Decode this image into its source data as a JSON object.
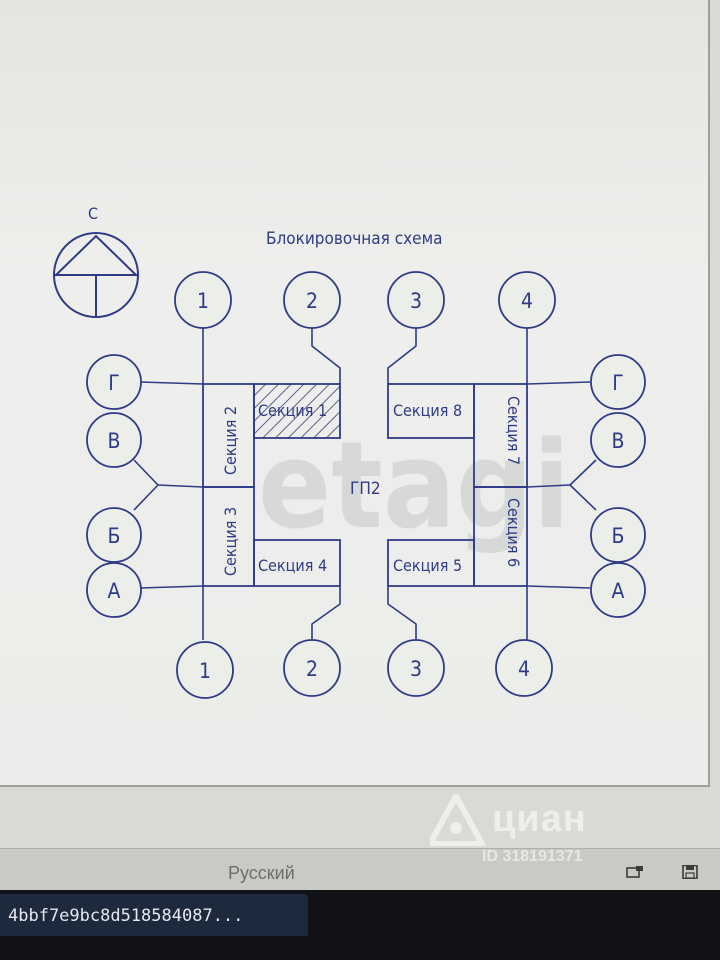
{
  "diagram": {
    "title": "Блокировочная схема",
    "compass_label": "С",
    "building_label": "ГП2",
    "sections": [
      "Секция 1",
      "Секция 2",
      "Секция 3",
      "Секция 4",
      "Секция 5",
      "Секция 6",
      "Секция 7",
      "Секция 8"
    ],
    "highlighted_section": "Секция 1",
    "column_axes_top": [
      "1",
      "2",
      "3",
      "4"
    ],
    "column_axes_bottom": [
      "1",
      "2",
      "3",
      "4"
    ],
    "row_axes_left": [
      "Г",
      "В",
      "Б",
      "А"
    ],
    "row_axes_right": [
      "Г",
      "В",
      "Б",
      "А"
    ],
    "line_color": "#2f3b86",
    "hatch_color": "#5a5f8a"
  },
  "watermark": {
    "brand": "циан",
    "id": "ID 318191371",
    "bg_text": "etagi"
  },
  "statusbar": {
    "language": "Русский"
  },
  "taskbar": {
    "tab_label": "4bbf7e9bc8d518584087..."
  }
}
